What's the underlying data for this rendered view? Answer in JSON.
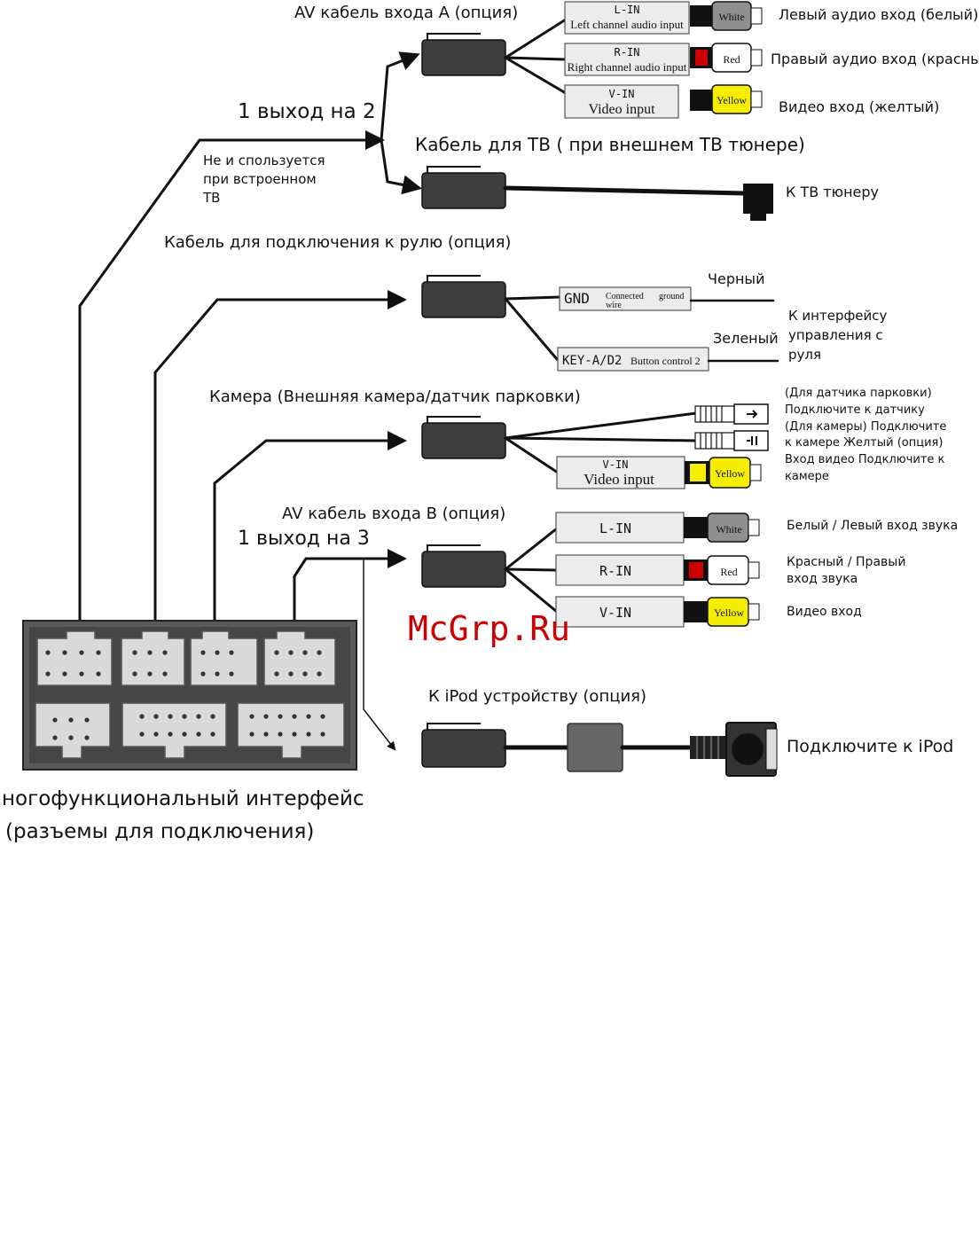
{
  "watermark": "McGrp.Ru",
  "interface": {
    "title_line1": "ногофункциональный интерфейс",
    "title_line2": "(разъемы для подключения)"
  },
  "splitters": {
    "one_to_two": "1 выход на 2",
    "one_to_three": "1 выход на 3",
    "not_used_line1": "Не и спользуется",
    "not_used_line2": "при  встроенном",
    "not_used_line3": "ТВ"
  },
  "av_a": {
    "title": "AV кабель входа A (опция)",
    "l_code": "L-IN",
    "l_desc": "Left channel audio input",
    "r_code": "R-IN",
    "r_desc": "Right channel audio input",
    "v_code": "V-IN",
    "v_desc": "Video input",
    "plug_white": "White",
    "plug_red": "Red",
    "plug_yellow": "Yellow",
    "label_left": "Левый аудио вход (белый)",
    "label_right": "Правый аудио вход (красный)",
    "label_video": "Видео вход (желтый)"
  },
  "tv": {
    "title": "Кабель для ТВ ( при внешнем ТВ тюнере)",
    "label": "К ТВ тюнеру"
  },
  "steering": {
    "title": "Кабель для подключения к рулю (опция)",
    "gnd_code": "GND",
    "gnd_desc1": "Connected",
    "gnd_desc2": "wire",
    "gnd_desc3": "ground",
    "key_code": "KEY-A/D2",
    "key_desc": "Button control 2",
    "black": "Черный",
    "green": "Зеленый",
    "target_line1": "К интерфейсу",
    "target_line2": "управления с",
    "target_line3": "руля"
  },
  "camera": {
    "title": "Камера (Внешняя камера/датчик парковки)",
    "v_code": "V-IN",
    "v_desc": "Video input",
    "plug_yellow": "Yellow",
    "note1": "(Для датчика парковки)",
    "note2": "Подключите к датчику",
    "note3": "(Для камеры)  Подключите",
    "note4": "к  камере  Желтый (опция)",
    "note5": "Вход видео  Подключите к",
    "note6": "камере"
  },
  "av_b": {
    "title": "AV кабель входа B (опция)",
    "l_code": "L-IN",
    "r_code": "R-IN",
    "v_code": "V-IN",
    "plug_white": "White",
    "plug_red": "Red",
    "plug_yellow": "Yellow",
    "label_left": "Белый / Левый вход звука",
    "label_right1": "Красный / Правый",
    "label_right2": "вход  звука",
    "label_video": "Видео вход"
  },
  "ipod": {
    "title": "К iPod устройству (опция)",
    "label": "Подключите к iPod"
  },
  "colors": {
    "white_plug": "#8f8f8f",
    "red_stripe": "#cc0000",
    "yellow_plug": "#f5ee00",
    "body_dark": "#3d3d3d",
    "watermark": "#cc0000"
  }
}
